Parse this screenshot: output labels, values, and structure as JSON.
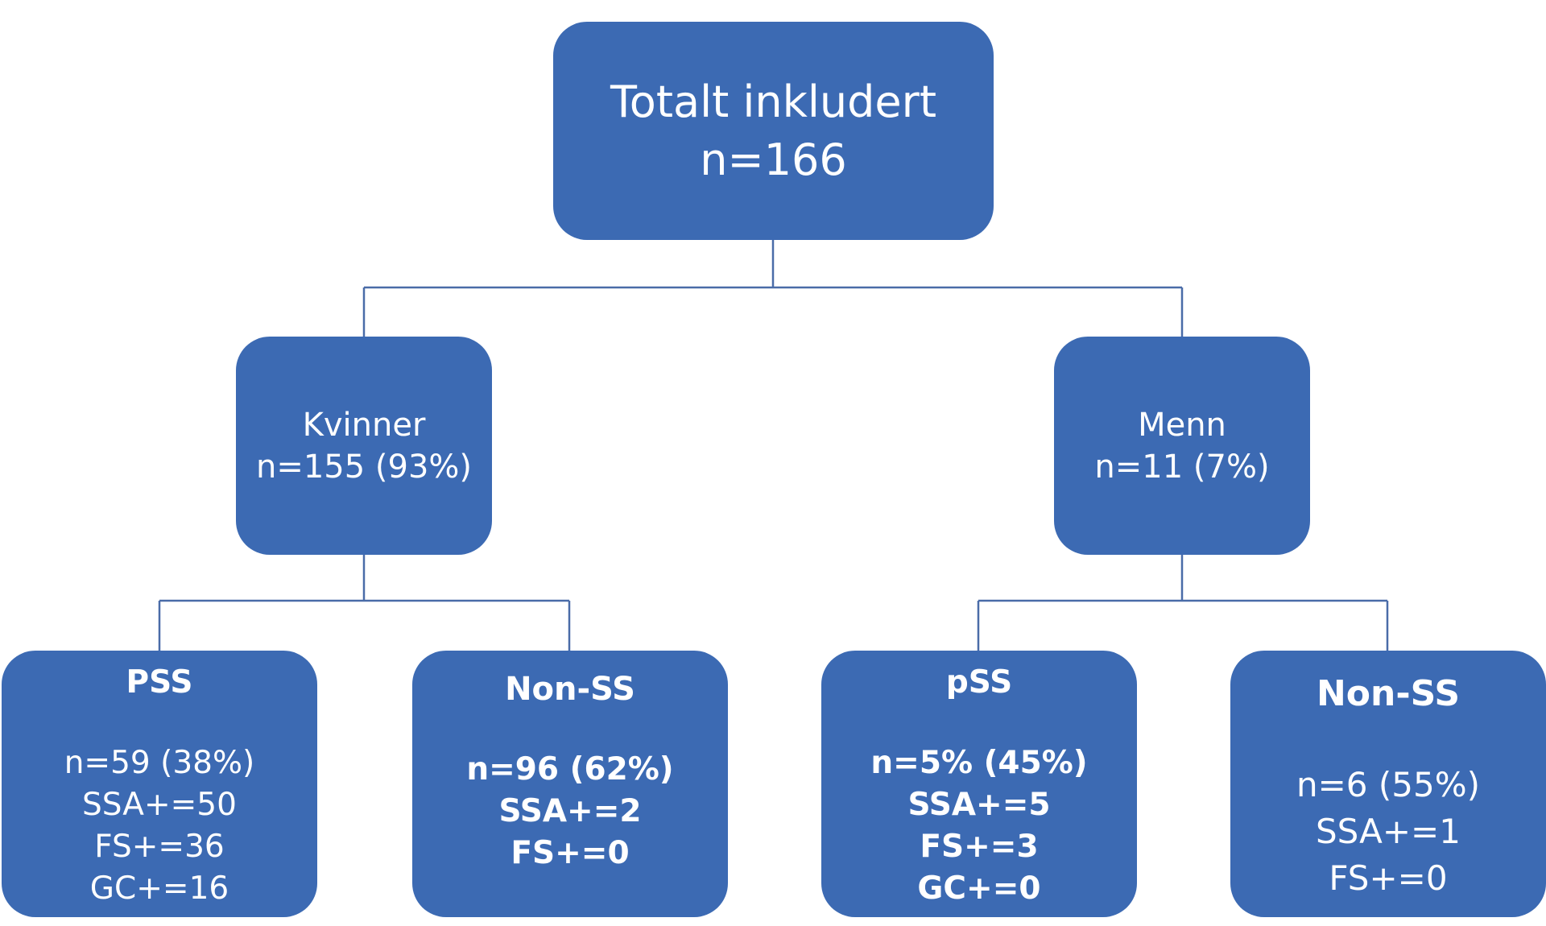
{
  "root": {
    "line1": "Totalt inkludert",
    "line2": "n=166"
  },
  "women": {
    "label": "Kvinner",
    "count": "n=155 (93%)",
    "children": [
      {
        "title": "PSS",
        "lines": [
          "n=59 (38%)",
          "SSA+=50",
          "FS+=36",
          "GC+=16"
        ]
      },
      {
        "title": "Non-SS",
        "lines": [
          "n=96 (62%)",
          "SSA+=2",
          "FS+=0"
        ]
      }
    ]
  },
  "men": {
    "label": "Menn",
    "count": "n=11 (7%)",
    "children": [
      {
        "title": "pSS",
        "lines": [
          "n=5% (45%)",
          "SSA+=5",
          "FS+=3",
          "GC+=0"
        ]
      },
      {
        "title": "Non-SS",
        "lines": [
          "n=6 (55%)",
          "SSA+=1",
          "FS+=0"
        ]
      }
    ]
  },
  "colors": {
    "box": "#3c6ab3",
    "connector": "#4a6ca8",
    "text": "#ffffff"
  }
}
